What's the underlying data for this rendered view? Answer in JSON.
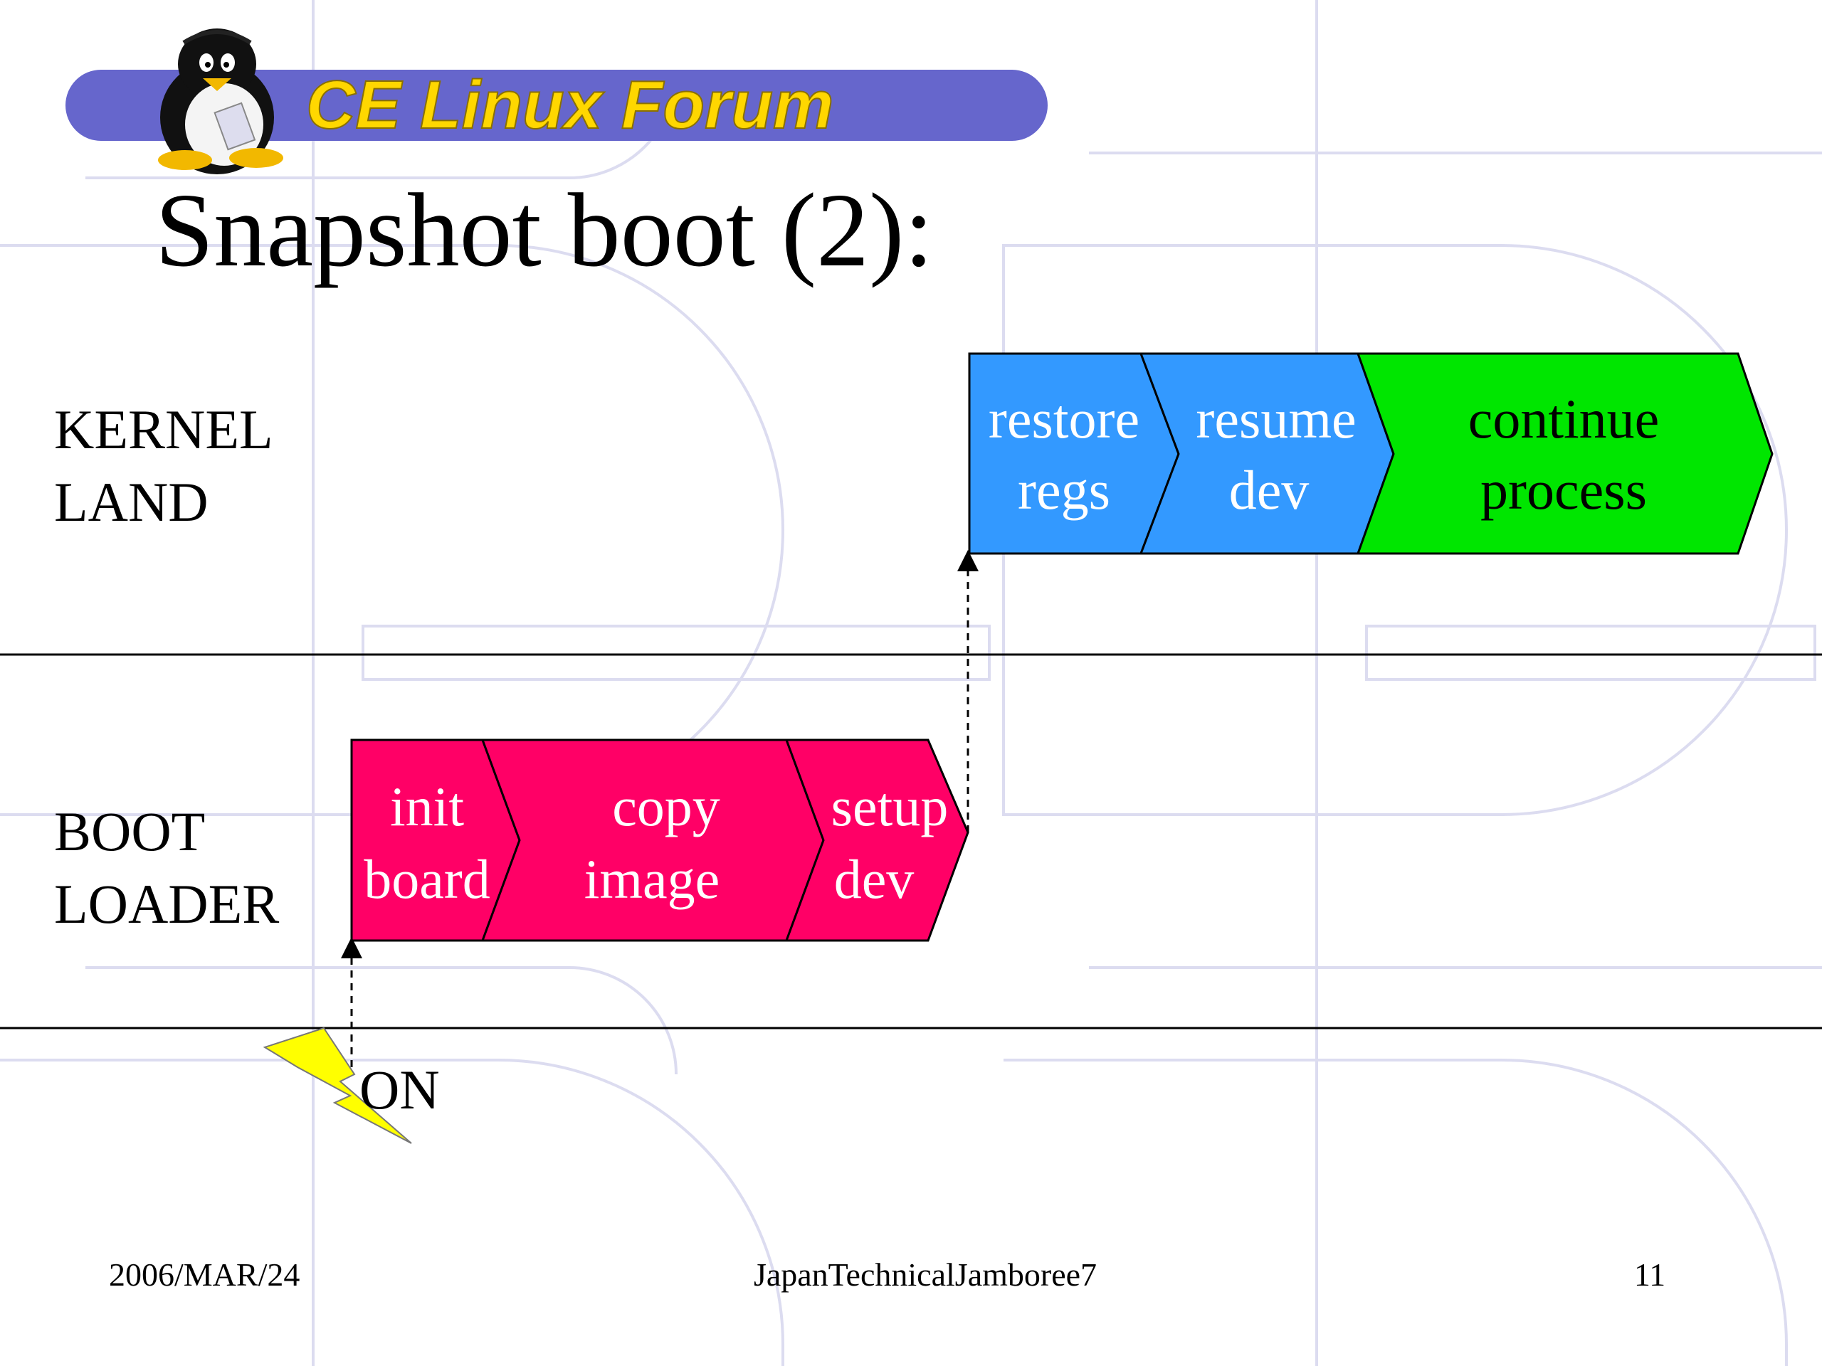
{
  "header": {
    "logo_text": "CE Linux Forum"
  },
  "slide": {
    "title": "Snapshot boot (2):"
  },
  "lanes": {
    "kernel": {
      "line1": "KERNEL",
      "line2": "LAND"
    },
    "boot": {
      "line1": "BOOT",
      "line2": "LOADER"
    }
  },
  "kernel_steps": [
    {
      "line1": "restore",
      "line2": "regs",
      "color": "#3399ff"
    },
    {
      "line1": "resume",
      "line2": "dev",
      "color": "#3399ff"
    },
    {
      "line1": "continue",
      "line2": "process",
      "color": "#00e600"
    }
  ],
  "boot_steps": [
    {
      "line1": "init",
      "line2": "board",
      "color": "#ff0066"
    },
    {
      "line1": "copy",
      "line2": "image",
      "color": "#ff0066"
    },
    {
      "line1": "setup",
      "line2": "dev",
      "color": "#ff0066"
    }
  ],
  "power": {
    "label": "ON",
    "bolt_color": "#ffff00",
    "icon": "lightning-bolt-icon"
  },
  "footer": {
    "date": "2006/MAR/24",
    "event": "JapanTechnicalJamboree7",
    "page": "11"
  },
  "colors": {
    "banner": "#6666cc",
    "logo_text": "#ffd700",
    "watermark": "#dcdcf0"
  }
}
